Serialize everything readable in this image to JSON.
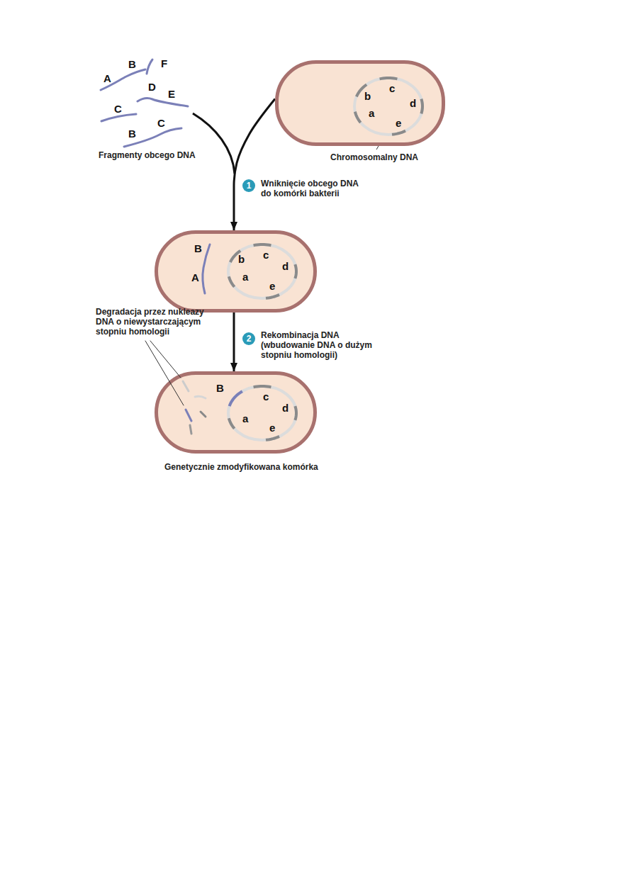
{
  "diagram": {
    "nodes": [
      {
        "text": [
          "b",
          "c",
          "d",
          "a",
          "e"
        ]
      },
      {
        "text": [
          "B",
          "A",
          "b",
          "c",
          "d",
          "a",
          "e"
        ]
      },
      {
        "text": [
          "B",
          "c",
          "d",
          "a",
          "e"
        ]
      }
    ],
    "edges": [
      {
        "from": 0,
        "to": 1,
        "arrow": "to"
      },
      {
        "from": 1,
        "to": 2,
        "arrow": "to"
      }
    ],
    "labels": [
      "A",
      "B",
      "F",
      "D",
      "E",
      "C",
      "B",
      "C",
      "Fragmenty obcego DNA",
      "Chromosomalny DNA",
      "1",
      "Wniknięcie obcego DNA do komórki bakterii",
      "Degradacja przez nukleazy DNA o niewystarczającym stopniu homologii",
      "2",
      "Rekombinacja DNA (wbudowanie DNA o dużym stopniu homologii)",
      "Genetycznie zmodyfikowana komórka"
    ]
  }
}
